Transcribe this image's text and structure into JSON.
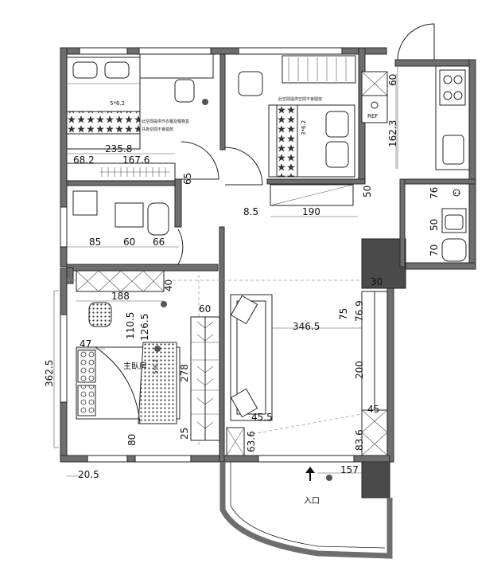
{
  "labels": {
    "entrance": "入口",
    "master_bedroom": "主臥房",
    "ref": "REF",
    "note_left_1": "此空間提供作衣櫃及寵物盒",
    "note_left_2": "共為空間不會開放",
    "note_right": "此空間提供空間不會開放",
    "bed_size_1": "5*6.2",
    "bed_size_2": "3*6.2",
    "bed_size_3": "5*6.2"
  },
  "dimensions": {
    "d_235_8": "235.8",
    "d_68_2": "68.2",
    "d_167_6": "167.6",
    "d_65": "65",
    "d_85": "85",
    "d_60a": "60",
    "d_66": "66",
    "d_40": "40",
    "d_188": "188",
    "d_110_5": "110.5",
    "d_126_5": "126.5",
    "d_60b": "60",
    "d_47": "47",
    "d_362_5": "362.5",
    "d_80": "80",
    "d_25": "25",
    "d_278": "278",
    "d_20_5": "20.5",
    "d_8_5": "8.5",
    "d_190": "190",
    "d_50a": "50",
    "d_60c": "60",
    "d_162_3": "162.3",
    "d_76": "76",
    "d_50b": "50",
    "d_70": "70",
    "d_30": "30",
    "d_75": "75",
    "d_76_9": "76.9",
    "d_346_5": "346.5",
    "d_200": "200",
    "d_45": "45",
    "d_45_5": "45.5",
    "d_63_6": "63.6",
    "d_83_6": "83.6",
    "d_157": "157"
  },
  "colors": {
    "wall": "#6e6e6e",
    "wall_dark": "#4a4a4a",
    "line": "#222222"
  }
}
